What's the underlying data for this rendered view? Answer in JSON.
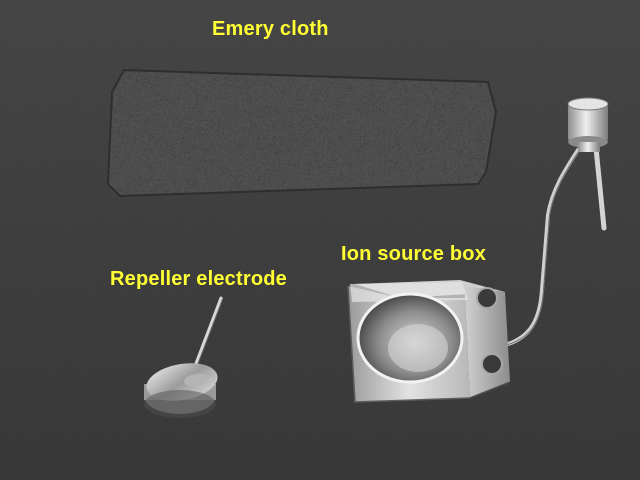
{
  "labels": {
    "emery_cloth": "Emery cloth",
    "ion_source_box": "Ion source box",
    "repeller_electrode": "Repeller electrode"
  },
  "colors": {
    "label_text": "#ffff33",
    "background": "#3a3a3a",
    "metal_light": "#d8d8d8",
    "metal_dark": "#7a7a7a",
    "cloth": "#505050"
  }
}
